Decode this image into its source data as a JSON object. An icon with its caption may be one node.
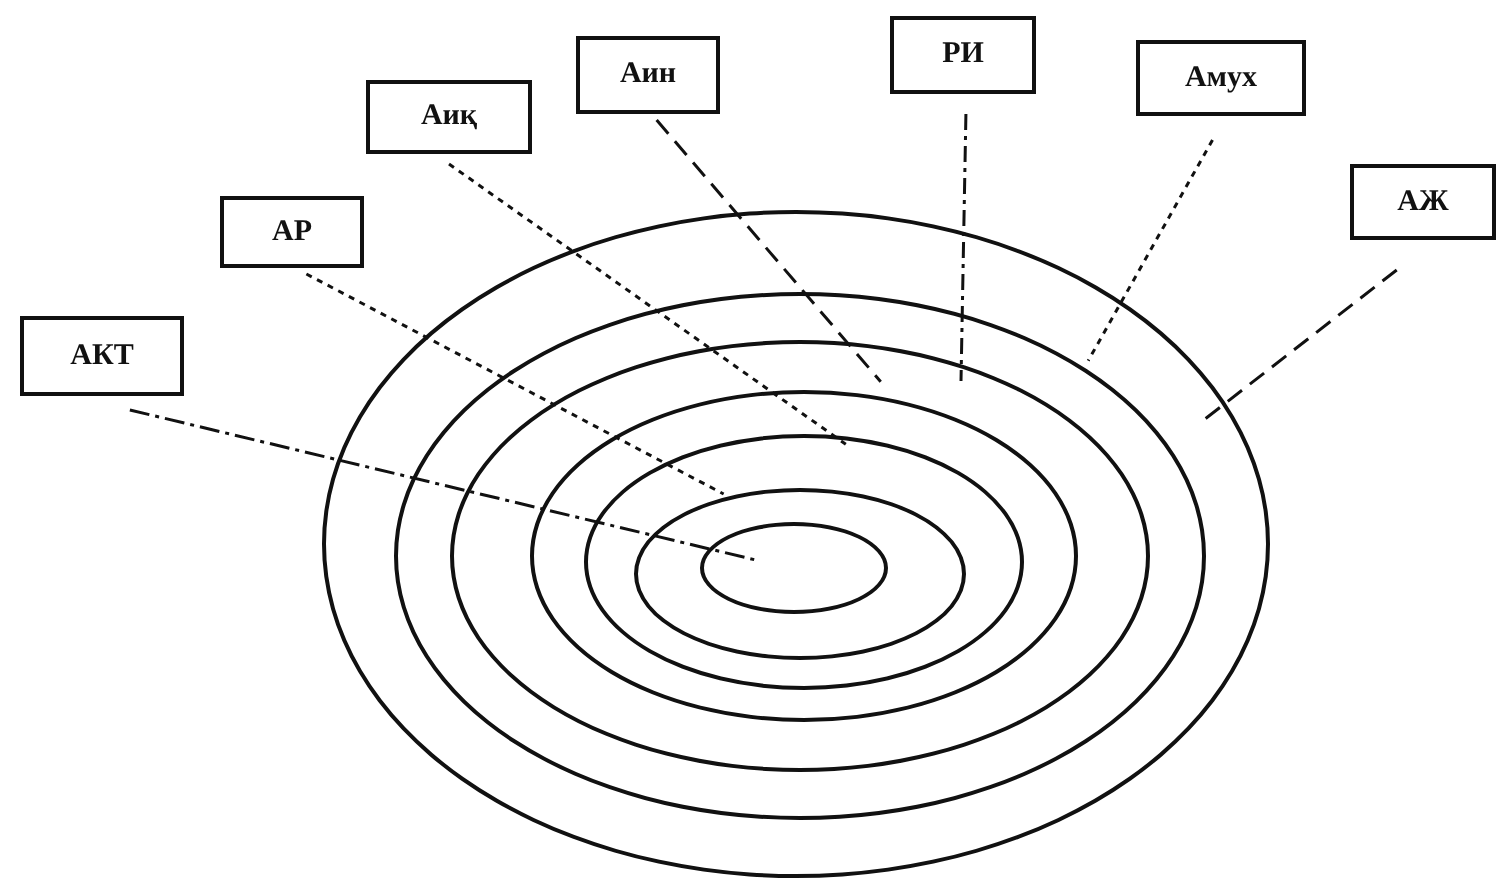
{
  "diagram": {
    "nodes": [
      {
        "text": [
          "АКТ"
        ]
      },
      {
        "text": [
          "АР"
        ]
      },
      {
        "text": [
          "Аиқ"
        ]
      },
      {
        "text": [
          "Аин"
        ]
      },
      {
        "text": [
          "РИ"
        ]
      },
      {
        "text": [
          "Амух"
        ]
      },
      {
        "text": [
          "АЖ"
        ]
      },
      {
        "text": [],
        "shape": "ellipse"
      },
      {
        "text": [],
        "shape": "ellipse",
        "in": 7
      },
      {
        "text": [],
        "shape": "ellipse",
        "in": 8
      },
      {
        "text": [],
        "shape": "ellipse",
        "in": 9
      },
      {
        "text": [],
        "shape": "ellipse",
        "in": 10
      },
      {
        "text": [],
        "shape": "ellipse",
        "in": 11
      },
      {
        "text": [],
        "shape": "ellipse",
        "in": 12
      }
    ],
    "edges": [
      {
        "from": 0,
        "to": 13,
        "arrow": "none",
        "style": "dashed"
      },
      {
        "from": 1,
        "to": 12,
        "arrow": "none",
        "style": "dashed"
      },
      {
        "from": 2,
        "to": 11,
        "arrow": "none",
        "style": "dashed"
      },
      {
        "from": 3,
        "to": 10,
        "arrow": "none",
        "style": "dashed"
      },
      {
        "from": 4,
        "to": 9,
        "arrow": "none",
        "style": "dashed"
      },
      {
        "from": 5,
        "to": 8,
        "arrow": "none",
        "style": "dashed"
      },
      {
        "from": 6,
        "to": 7,
        "arrow": "none",
        "style": "dashed"
      }
    ]
  }
}
